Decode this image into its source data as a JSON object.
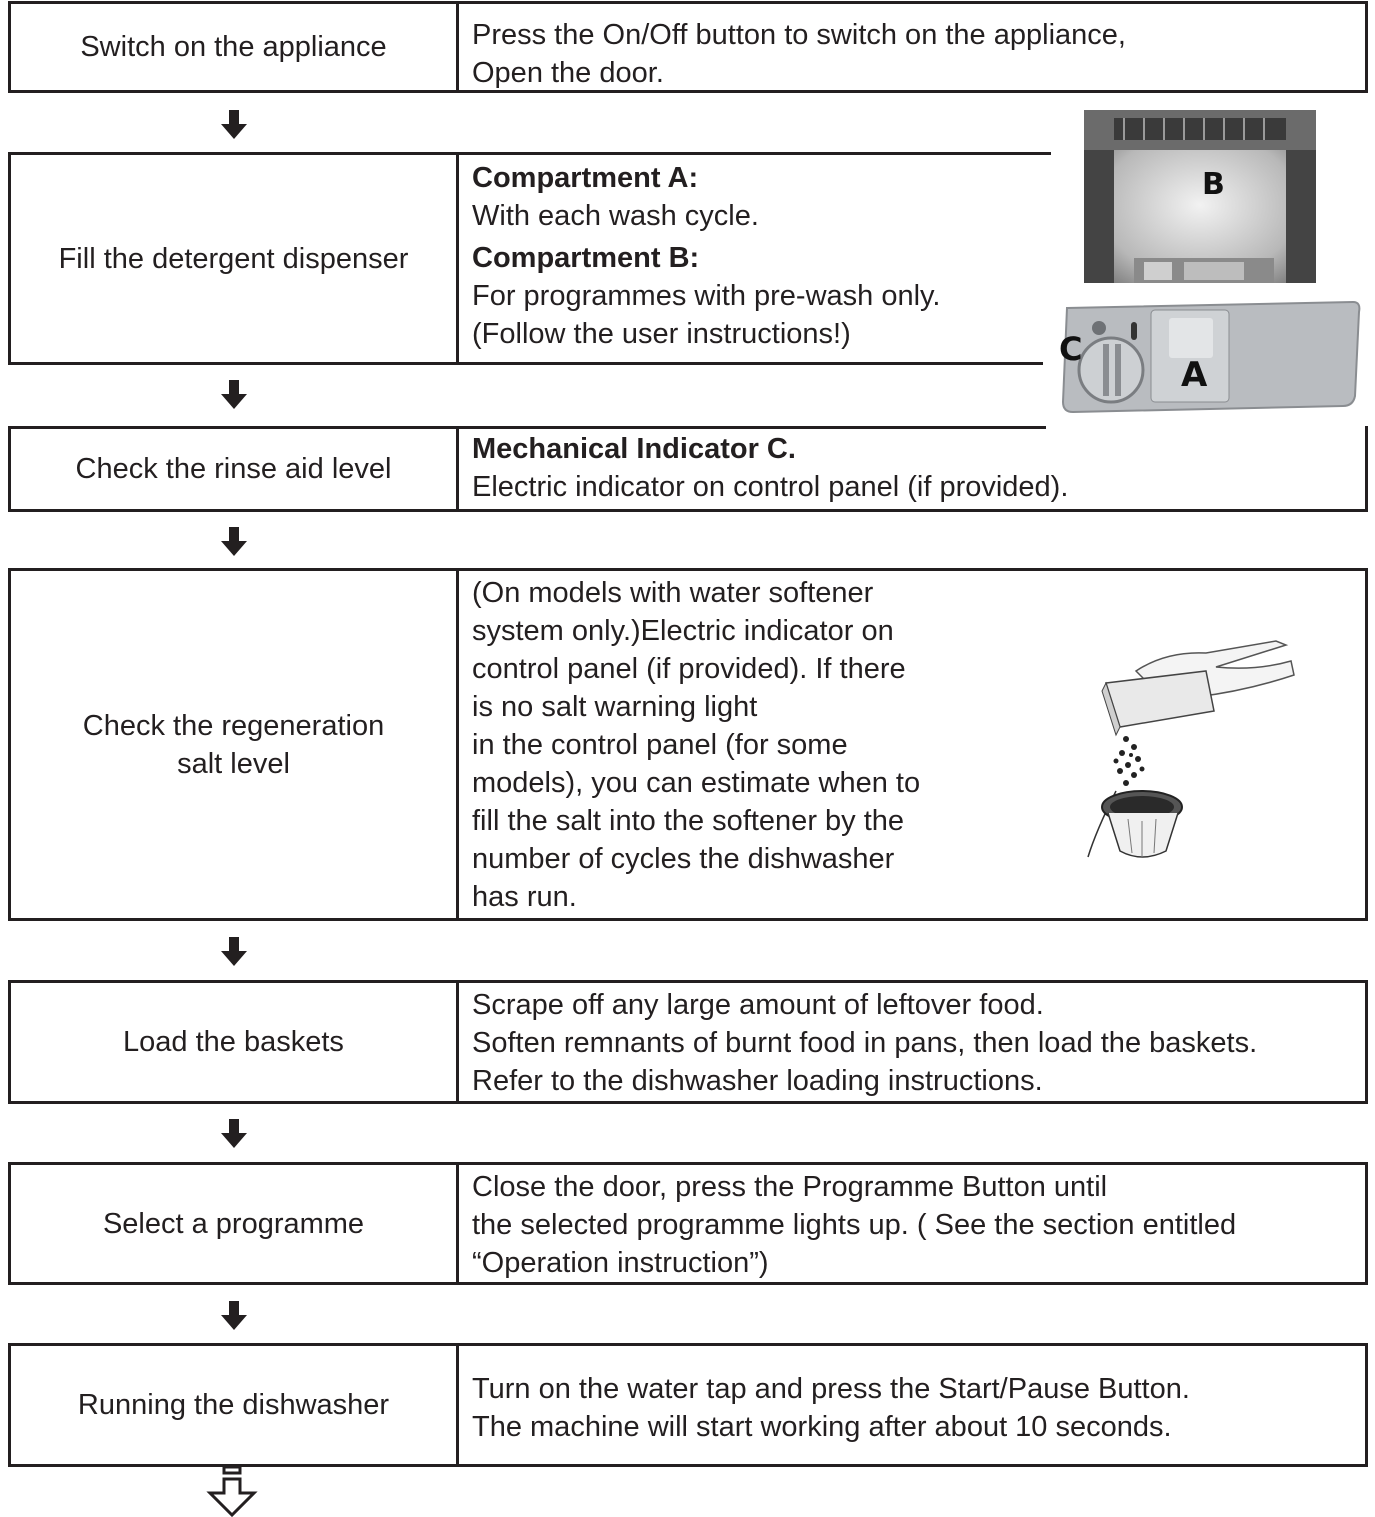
{
  "steps": [
    {
      "label": "Switch on the appliance",
      "lines": [
        "Press the On/Off button to switch on the appliance,",
        "Open the door."
      ]
    },
    {
      "label": "Fill the detergent dispenser",
      "comp_a_title": "Compartment A:",
      "comp_a_text": "With each wash cycle.",
      "comp_b_title": "Compartment B:",
      "comp_b_lines": [
        "For programmes with pre-wash only.",
        "(Follow the user instructions!)"
      ]
    },
    {
      "label": "Check the rinse aid level",
      "title": "Mechanical Indicator C.",
      "lines": [
        "Electric indicator on control panel (if provided)."
      ]
    },
    {
      "label_lines": [
        "Check the regeneration",
        "salt level"
      ],
      "lines": [
        "(On models with water softener",
        "system only.)Electric indicator on",
        "control panel (if provided). If there",
        "is no salt warning light",
        "in the control panel (for some",
        "models), you can estimate when to",
        "fill the salt into the softener by the",
        "number of cycles the dishwasher",
        "has run."
      ]
    },
    {
      "label": "Load the baskets",
      "lines": [
        "Scrape off any large amount of leftover food.",
        "Soften remnants of burnt food in pans, then load the baskets.",
        "Refer to the dishwasher loading instructions."
      ]
    },
    {
      "label": "Select a programme",
      "lines": [
        "Close the door, press the Programme Button until",
        "the selected programme lights up. ( See the section entitled",
        "“Operation instruction”)"
      ]
    },
    {
      "label": "Running the dishwasher",
      "lines": [
        "Turn on the water tap and press the Start/Pause Button.",
        "The machine will start working after about 10 seconds."
      ]
    }
  ],
  "image_labels": {
    "a": "A",
    "b": "B",
    "c": "C"
  }
}
